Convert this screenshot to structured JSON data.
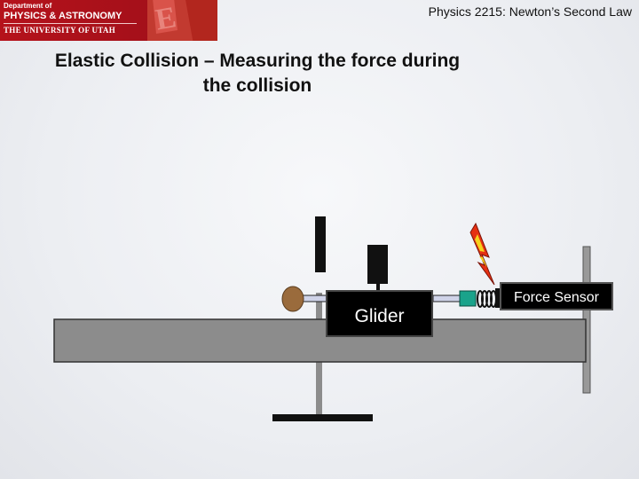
{
  "header": {
    "course_title": "Physics 2215: Newton’s Second Law"
  },
  "logo": {
    "line1": "Department of",
    "line2": "PHYSICS & ASTRONOMY",
    "line3": "THE UNIVERSITY OF UTAH"
  },
  "slide": {
    "title": "Elastic Collision – Measuring the force during the collision"
  },
  "diagram": {
    "glider_label": "Glider",
    "sensor_label": "Force Sensor"
  },
  "colors": {
    "logo_red": "#b5121b",
    "track_gray": "#8c8c8c",
    "sensor_teal": "#1aa38b",
    "bumper_brown": "#9a6b3c",
    "impact_red": "#e63012",
    "impact_yellow": "#f5d21c"
  }
}
